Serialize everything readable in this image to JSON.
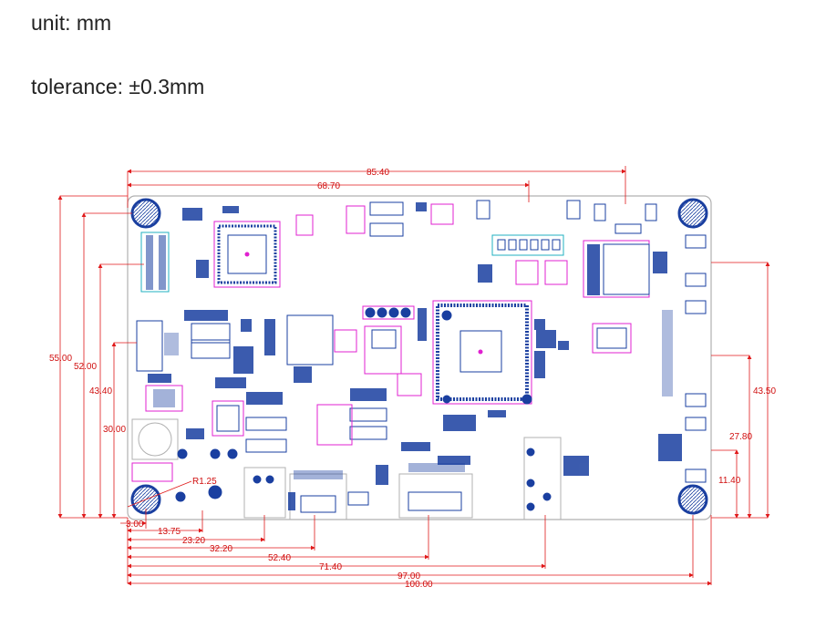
{
  "header": {
    "unit_label": "unit: mm",
    "tolerance_label": "tolerance: ±0.3mm"
  },
  "colors": {
    "dimension": "#e0191a",
    "component": "#1a3fa0",
    "accent": "#e020d0",
    "outline": "#b0b0b0"
  },
  "dimensions": {
    "top": [
      "85.40",
      "68.70"
    ],
    "left": [
      "55.00",
      "52.00",
      "43.40",
      "30.00"
    ],
    "right": [
      "43.50",
      "27.80",
      "11.40"
    ],
    "bottom": [
      "3.00",
      "13.75",
      "23.20",
      "32.20",
      "52.40",
      "71.40",
      "97.00",
      "100.00"
    ],
    "radius": "R1.25"
  }
}
